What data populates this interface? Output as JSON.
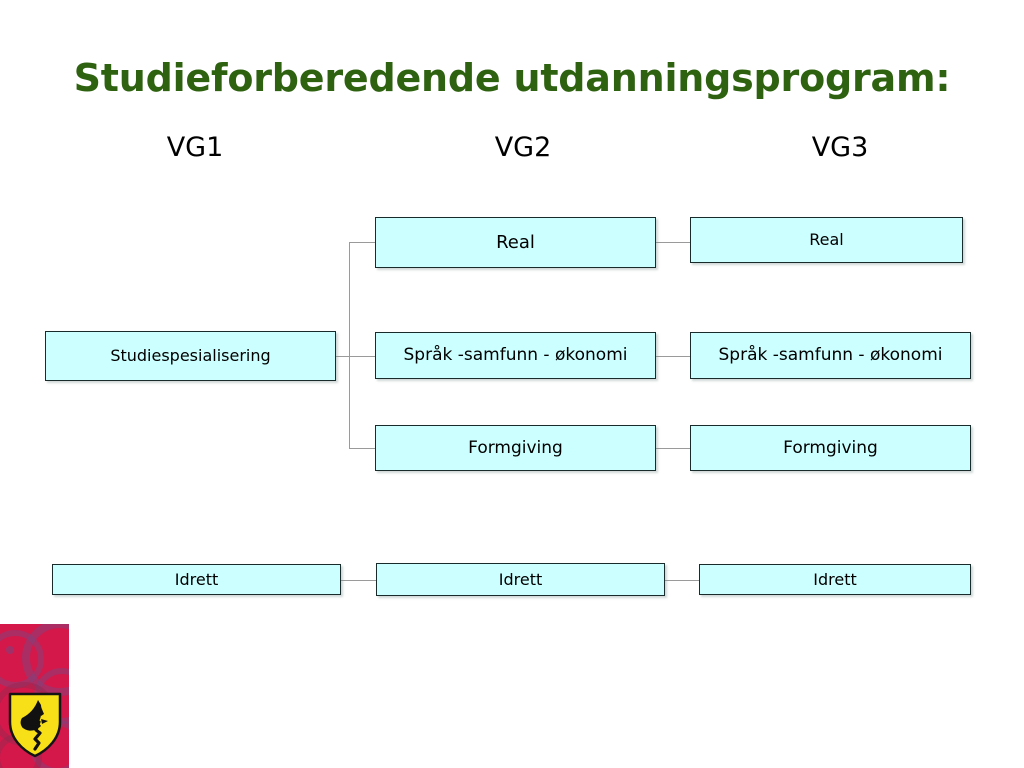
{
  "slide": {
    "title": "Studieforberedende utdanningsprogram:",
    "title_color": "#2e6210",
    "background_color": "#ffffff"
  },
  "columns": [
    {
      "key": "vg1",
      "label": "VG1"
    },
    {
      "key": "vg2",
      "label": "VG2"
    },
    {
      "key": "vg3",
      "label": "VG3"
    }
  ],
  "style": {
    "node_fill": "#ccffff",
    "node_border": "#1a2b2b",
    "connector_color": "#9a9a9a",
    "logo_panel_color": "#d4184a",
    "shield_fill": "#f7e017",
    "shield_charge": "#000000"
  },
  "nodes": {
    "studiespesialisering": {
      "label": "Studiespesialisering",
      "column": "VG1"
    },
    "vg2_real": {
      "label": "Real",
      "column": "VG2"
    },
    "vg3_real": {
      "label": "Real",
      "column": "VG3"
    },
    "vg2_sprak": {
      "label": "Språk -samfunn - økonomi",
      "column": "VG2"
    },
    "vg3_sprak": {
      "label": "Språk -samfunn - økonomi",
      "column": "VG3"
    },
    "vg2_formgiving": {
      "label": "Formgiving",
      "column": "VG2"
    },
    "vg3_formgiving": {
      "label": "Formgiving",
      "column": "VG3"
    },
    "vg1_idrett": {
      "label": "Idrett",
      "column": "VG1"
    },
    "vg2_idrett": {
      "label": "Idrett",
      "column": "VG2"
    },
    "vg3_idrett": {
      "label": "Idrett",
      "column": "VG3"
    }
  },
  "logo": {
    "name": "county-coat-of-arms",
    "description": "yellow shield with black axe"
  }
}
